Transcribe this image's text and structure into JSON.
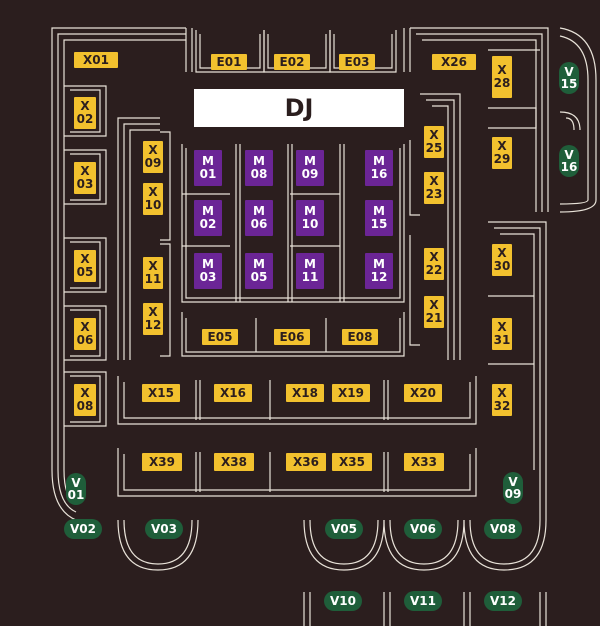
{
  "stage_label": "DJ",
  "colors": {
    "background": "#2b1e1e",
    "table_x": "#f2c12e",
    "table_m": "#6b2596",
    "table_v": "#1f5e3a",
    "aisle_lines": "#e8e2d8"
  },
  "seats": {
    "x": [
      "X01",
      "X02",
      "X03",
      "X05",
      "X06",
      "X08",
      "X09",
      "X10",
      "X11",
      "X12",
      "X15",
      "X16",
      "X18",
      "X19",
      "X20",
      "X21",
      "X22",
      "X23",
      "X25",
      "X26",
      "X28",
      "X29",
      "X30",
      "X31",
      "X32",
      "X33",
      "X35",
      "X36",
      "X38",
      "X39"
    ],
    "e": [
      "E01",
      "E02",
      "E03",
      "E05",
      "E06",
      "E08"
    ],
    "m": [
      "M01",
      "M08",
      "M09",
      "M16",
      "M02",
      "M06",
      "M10",
      "M15",
      "M03",
      "M05",
      "M11",
      "M12"
    ],
    "v": [
      "V01",
      "V02",
      "V03",
      "V05",
      "V06",
      "V08",
      "V09",
      "V10",
      "V11",
      "V12",
      "V15",
      "V16"
    ]
  }
}
